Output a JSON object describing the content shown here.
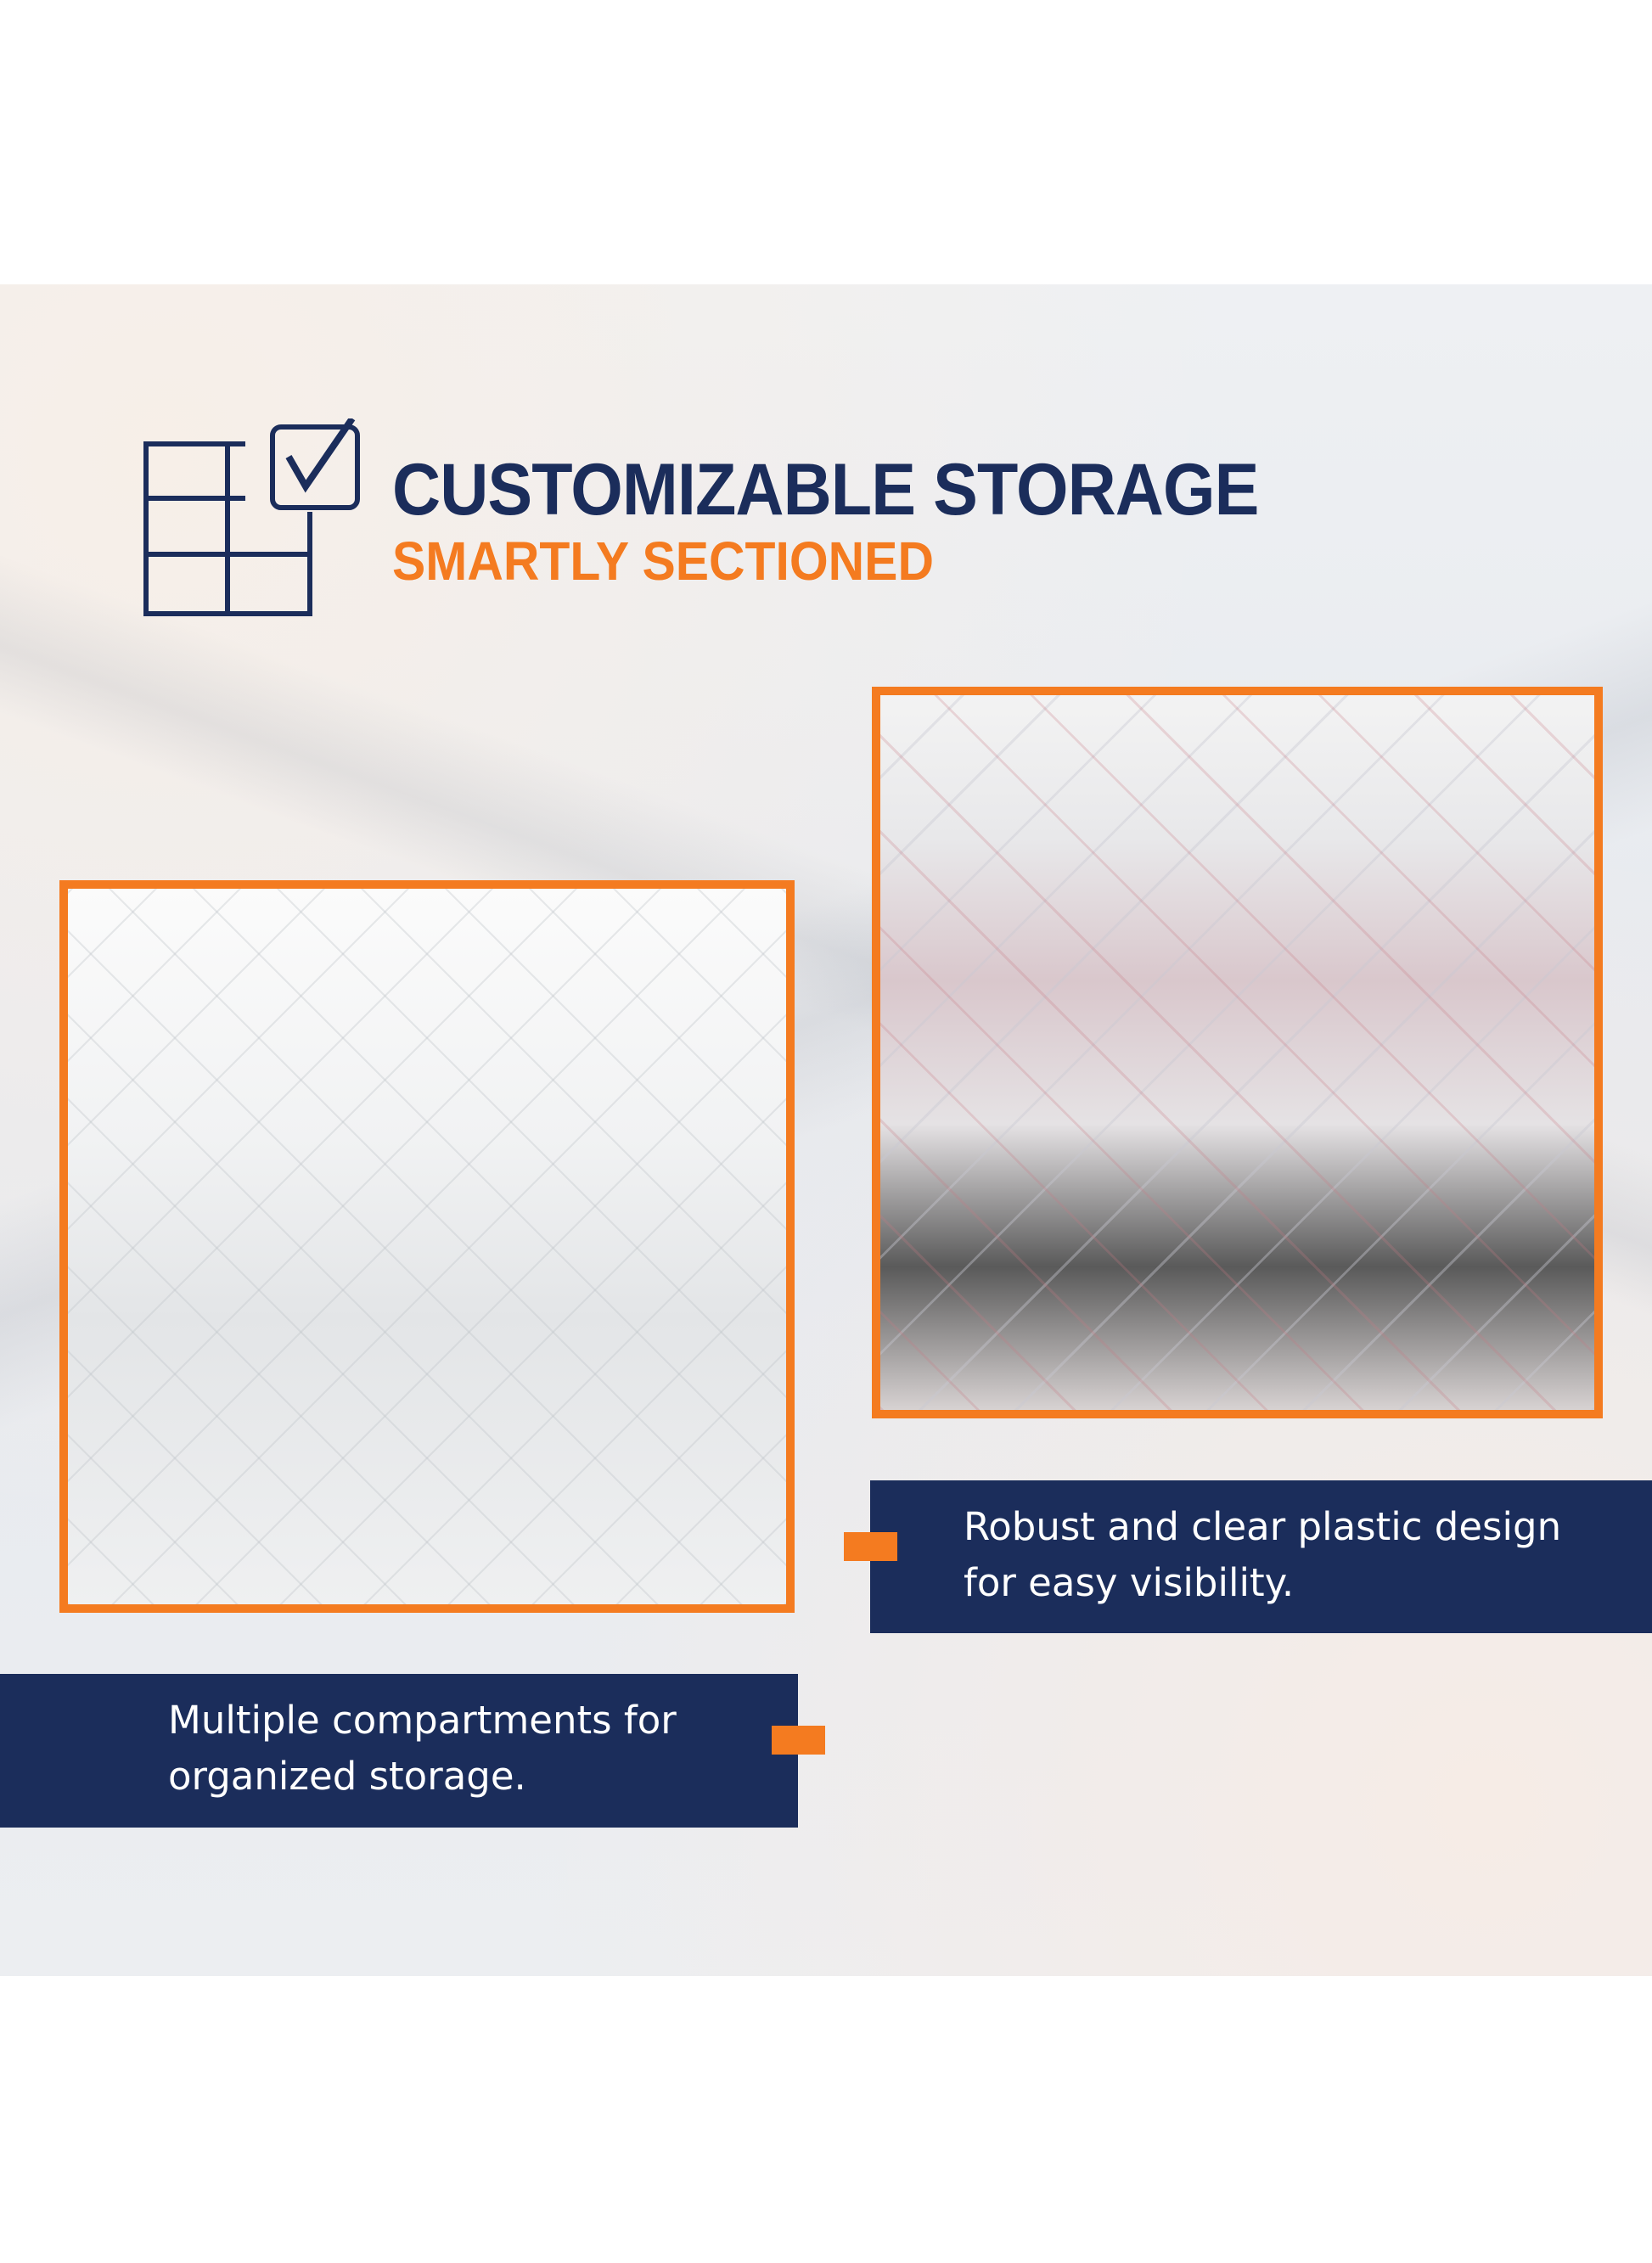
{
  "header": {
    "icon": "grid-checkbox-icon",
    "title": "CUSTOMIZABLE STORAGE",
    "subtitle": "SMARTLY SECTIONED"
  },
  "features": [
    {
      "image": "acrylic-organizer-compartments-photo",
      "caption_line1": "Multiple compartments for",
      "caption_line2": "organized storage."
    },
    {
      "image": "acrylic-organizer-closeup-photo",
      "caption_line1": "Robust and clear plastic design",
      "caption_line2": "for easy visibility."
    }
  ],
  "colors": {
    "navy": "#1b2d5b",
    "orange": "#f47b20"
  }
}
